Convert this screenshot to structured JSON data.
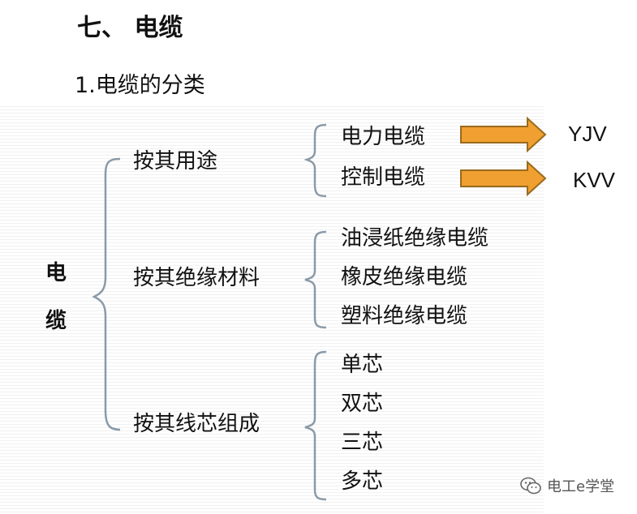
{
  "title": "七、 电缆",
  "subtitle": "1.电缆的分类",
  "root": [
    "电",
    "缆"
  ],
  "categories": [
    {
      "label": "按其用途",
      "items": [
        {
          "label": "电力电缆",
          "code": "YJV"
        },
        {
          "label": "控制电缆",
          "code": "KVV"
        }
      ]
    },
    {
      "label": "按其绝缘材料",
      "items": [
        {
          "label": "油浸纸绝缘电缆"
        },
        {
          "label": "橡皮绝缘电缆"
        },
        {
          "label": "塑料绝缘电缆"
        }
      ]
    },
    {
      "label": "按其线芯组成",
      "items": [
        {
          "label": "单芯"
        },
        {
          "label": "双芯"
        },
        {
          "label": "三芯"
        },
        {
          "label": "多芯"
        }
      ]
    }
  ],
  "watermark": "电工e学堂",
  "colors": {
    "arrow_fill": "#f0a030",
    "arrow_stroke": "#9a6a1e",
    "brace": "#8a9aa8",
    "watermark": "#555555"
  }
}
